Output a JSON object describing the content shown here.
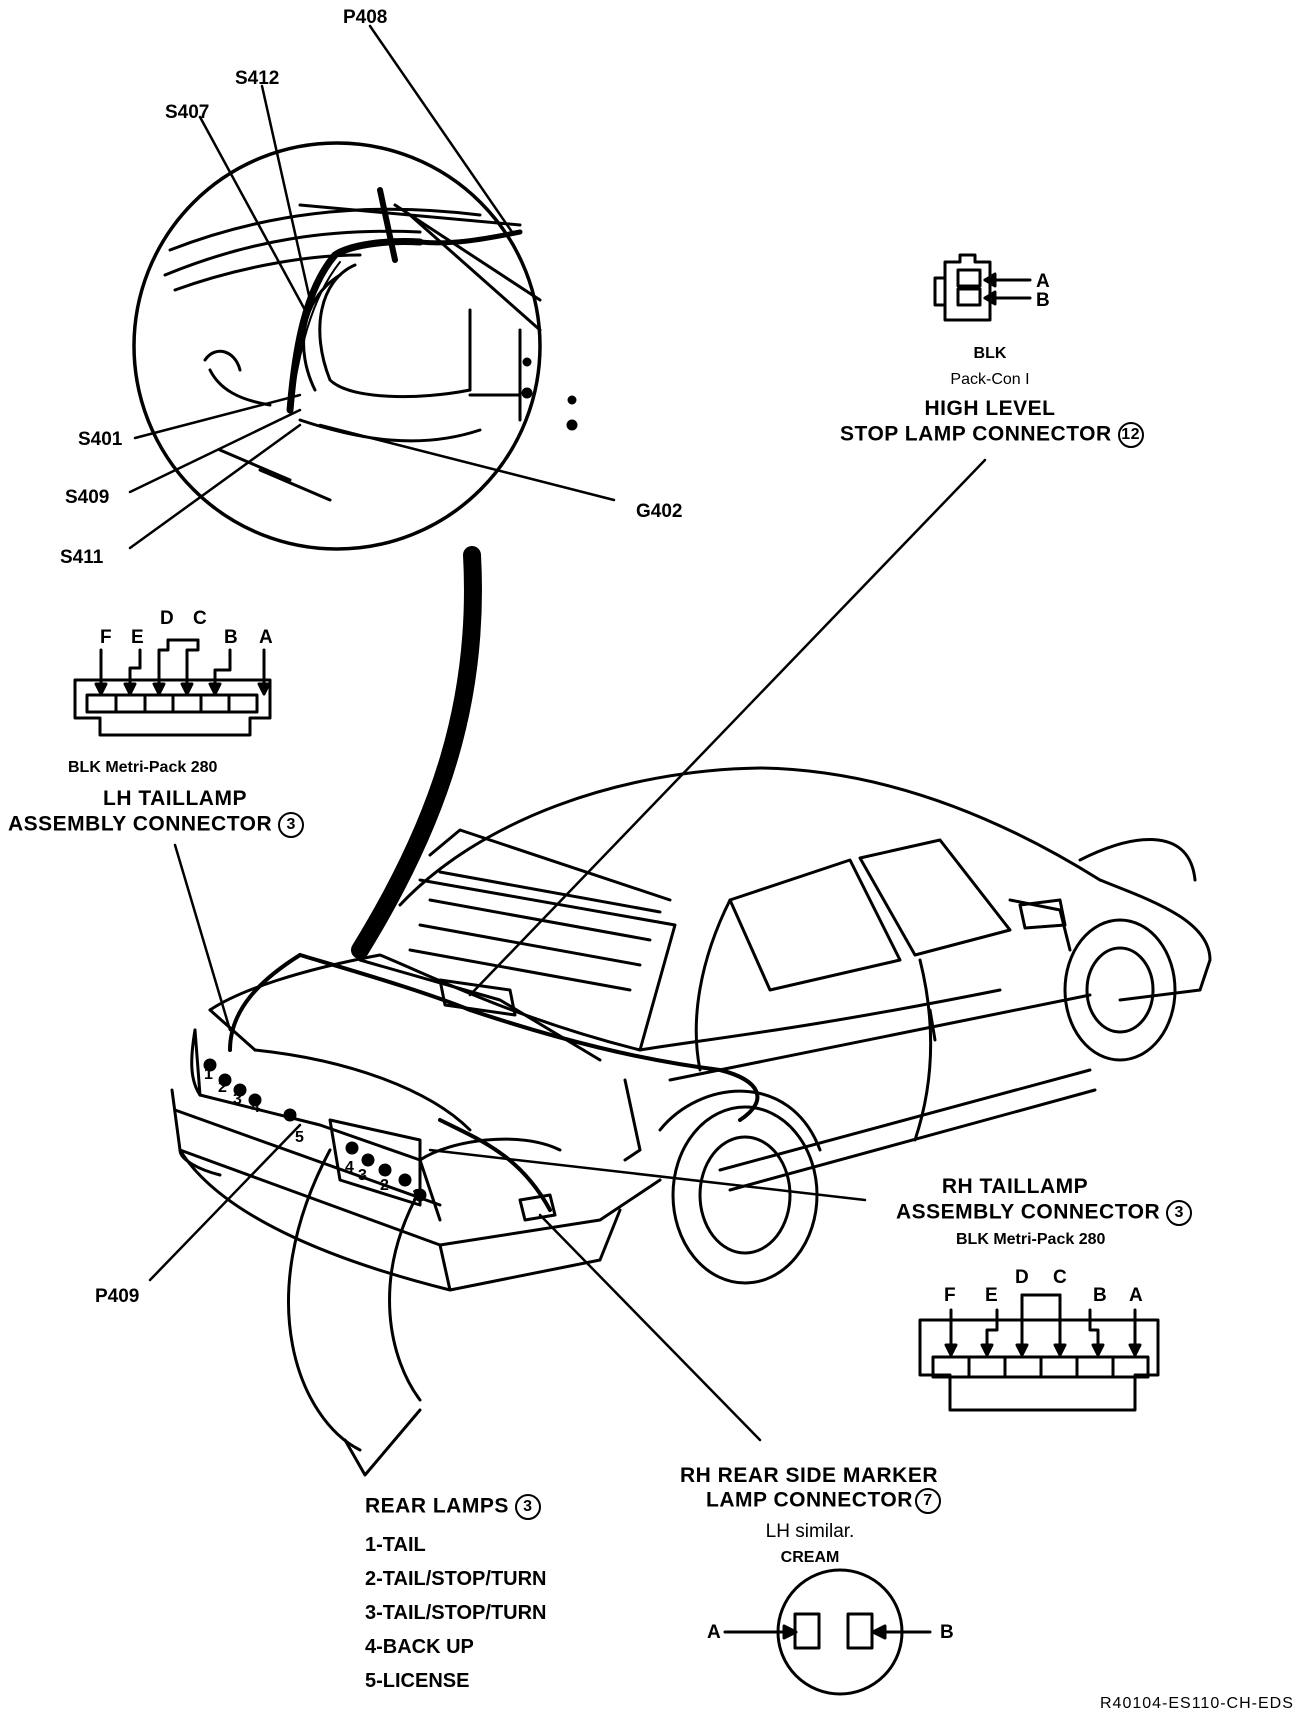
{
  "splices": {
    "p408": "P408",
    "s412": "S412",
    "s407": "S407",
    "s401": "S401",
    "s409": "S409",
    "s411": "S411",
    "g402": "G402",
    "p409": "P409"
  },
  "high_level_stop_lamp": {
    "pin_a": "A",
    "pin_b": "B",
    "color": "BLK",
    "type": "Pack-Con I",
    "title_line1": "HIGH LEVEL",
    "title_line2": "STOP LAMP CONNECTOR",
    "ref": "12"
  },
  "lh_taillamp": {
    "pins": [
      "F",
      "E",
      "D",
      "C",
      "B",
      "A"
    ],
    "type": "BLK Metri-Pack 280",
    "title_line1": "LH TAILLAMP",
    "title_line2": "ASSEMBLY CONNECTOR",
    "ref": "3"
  },
  "rh_taillamp": {
    "pins": [
      "F",
      "E",
      "D",
      "C",
      "B",
      "A"
    ],
    "type": "BLK Metri-Pack 280",
    "title_line1": "RH TAILLAMP",
    "title_line2": "ASSEMBLY CONNECTOR",
    "ref": "3"
  },
  "rear_lamps": {
    "title": "REAR LAMPS",
    "ref": "3",
    "items": [
      "1-TAIL",
      "2-TAIL/STOP/TURN",
      "3-TAIL/STOP/TURN",
      "4-BACK UP",
      "5-LICENSE"
    ],
    "lamp_numbers_left": [
      "1",
      "2",
      "3",
      "4"
    ],
    "lamp_numbers_right": [
      "5",
      "4",
      "3",
      "2",
      "1"
    ]
  },
  "rh_rear_side_marker": {
    "title_line1": "RH REAR SIDE MARKER",
    "title_line2": "LAMP CONNECTOR",
    "ref": "7",
    "note": "LH similar.",
    "color": "CREAM",
    "pin_a": "A",
    "pin_b": "B"
  },
  "figure_code": "R40104-ES110-CH-EDS"
}
